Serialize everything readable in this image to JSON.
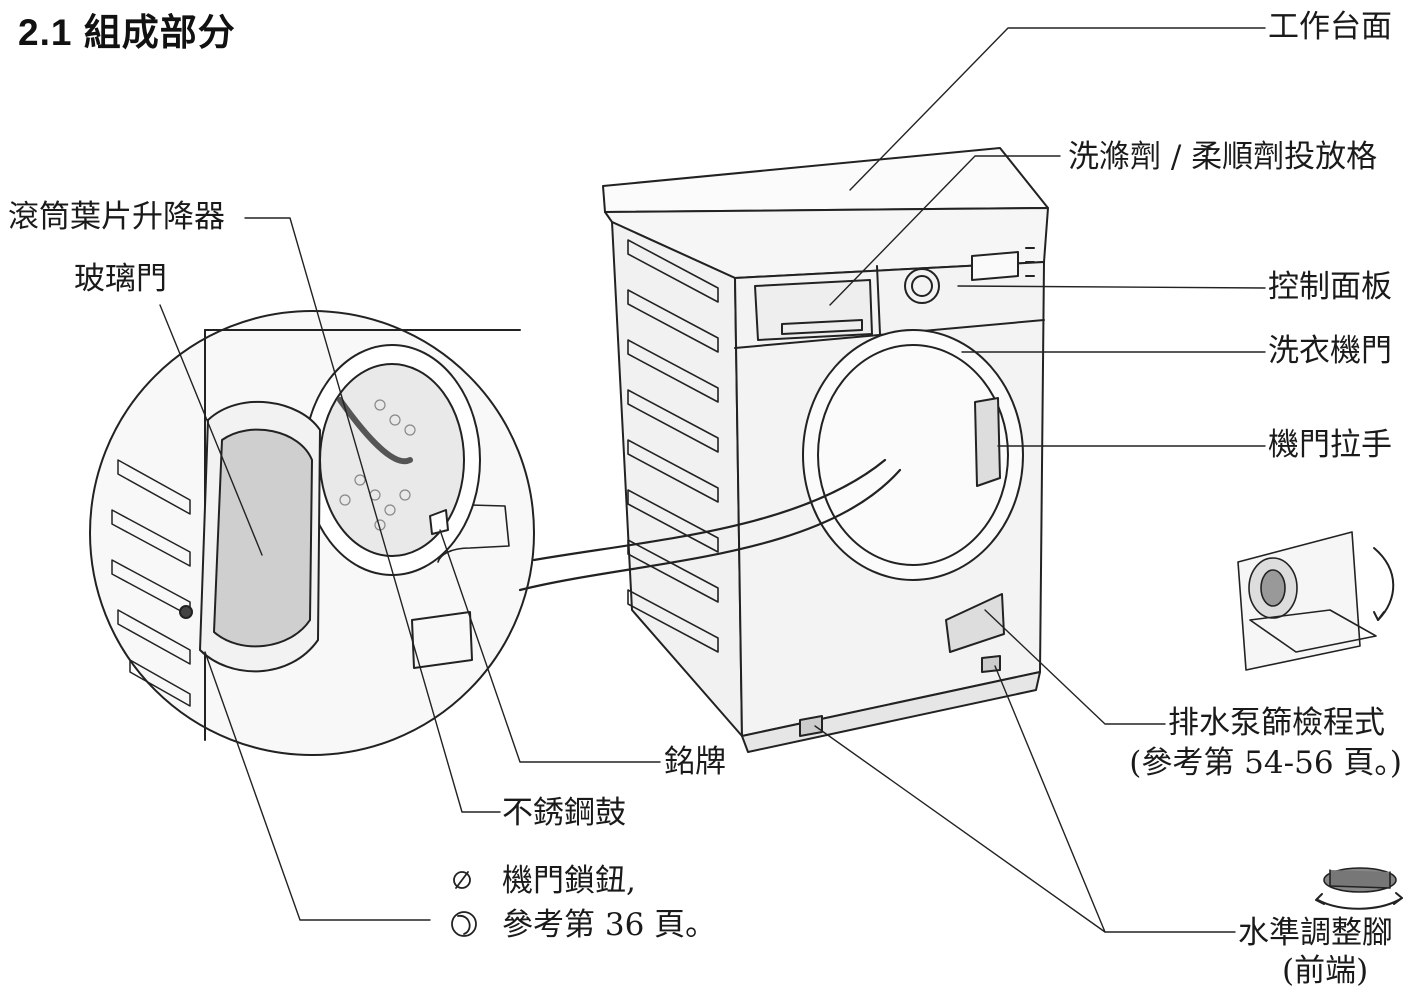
{
  "title": "2.1 組成部分",
  "labels": {
    "worktop": "工作台面",
    "dispenser": "洗滌劑 / 柔順劑投放格",
    "lifter": "滾筒葉片升降器",
    "glass_door": "玻璃門",
    "control_panel": "控制面板",
    "door": "洗衣機門",
    "handle": "機門拉手",
    "pump_line1": "排水泵篩檢程式",
    "pump_line2": "(參考第 54-56 頁。)",
    "nameplate": "銘牌",
    "drum": "不銹鋼鼓",
    "lock_line1": "機門鎖鈕,",
    "lock_line2": "參考第 36 頁。",
    "feet_line1": "水準調整腳",
    "feet_line2": "(前端)"
  },
  "icons": [
    "child-lock-knob-icon",
    "rotate-knob-icon",
    "drain-pump-inset",
    "adjustable-foot-inset"
  ]
}
